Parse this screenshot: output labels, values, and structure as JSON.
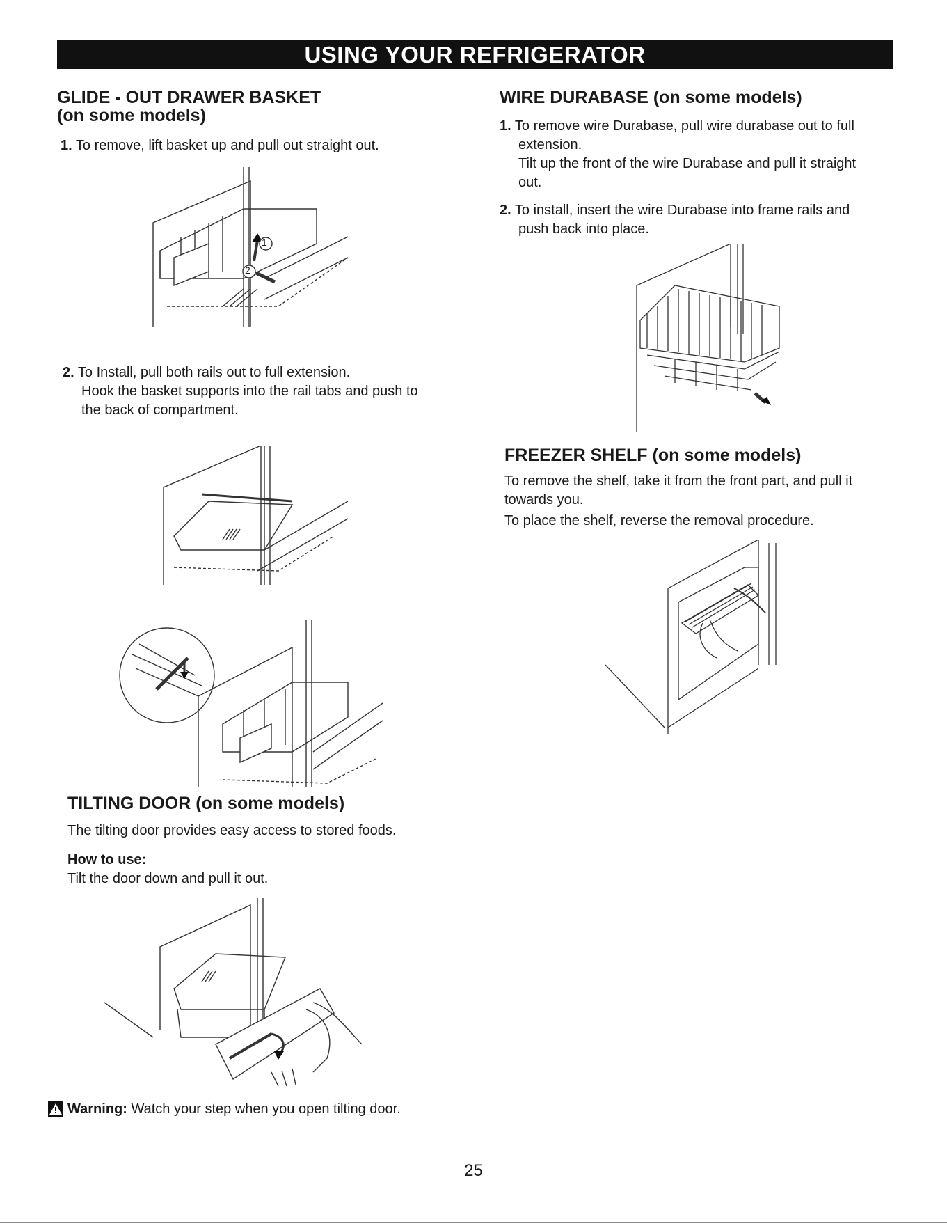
{
  "header": {
    "title": "USING YOUR REFRIGERATOR"
  },
  "glide": {
    "title_line1": "GLIDE - OUT DRAWER BASKET",
    "title_line2": "(on some models)",
    "step1_num": "1.",
    "step1_text": "To remove, lift basket up and pull out straight out.",
    "step2_num": "2.",
    "step2_line1": "To Install, pull both rails out to full extension.",
    "step2_line2": "Hook the basket supports into the rail tabs and push to",
    "step2_line3": "the back of compartment.",
    "arrow1": "1",
    "arrow2": "2"
  },
  "wire": {
    "title": "WIRE DURABASE  (on some models)",
    "step1_num": "1.",
    "step1_line1": "To remove wire Durabase, pull wire durabase out to full",
    "step1_line2": "extension.",
    "step1_line3": "Tilt up the front of the wire Durabase and  pull it straight",
    "step1_line4": "out.",
    "step2_num": "2.",
    "step2_line1": "To install, insert the wire Durabase into frame rails and",
    "step2_line2": "push back into place."
  },
  "freezer": {
    "title": "FREEZER SHELF (on some models)",
    "line1": "To remove the shelf, take it from the front part, and pull it",
    "line2": "towards you.",
    "line3": "To place the shelf, reverse the removal procedure."
  },
  "tilting": {
    "title": "TILTING DOOR (on some models)",
    "line1": "The tilting door provides easy access to stored foods.",
    "howto_label": "How to use:",
    "howto_text": "Tilt the door down and pull it out."
  },
  "warning": {
    "label": "Warning:",
    "text": "Watch your step when you open tilting door."
  },
  "page_number": "25"
}
